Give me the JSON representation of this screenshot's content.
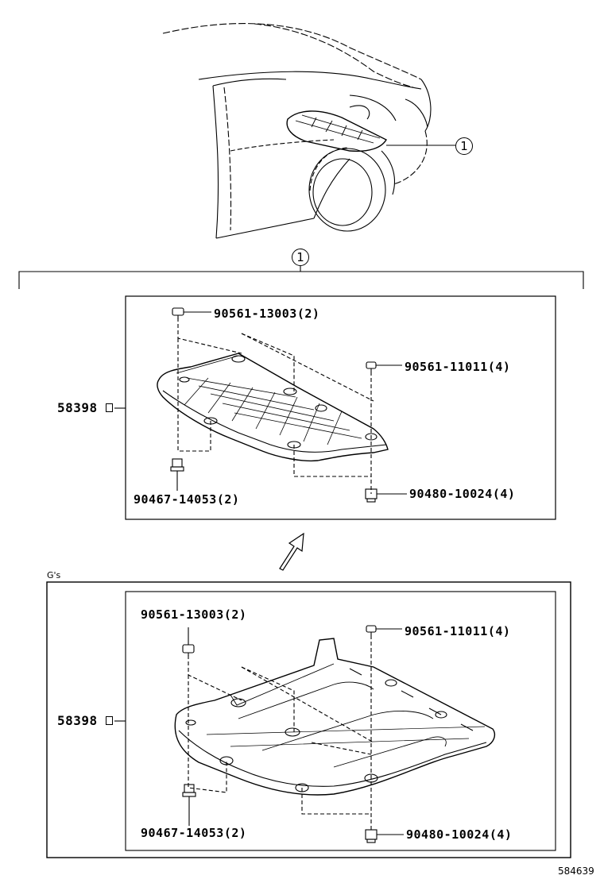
{
  "callout": "1",
  "upper_panel": {
    "main_part": "58398",
    "parts": {
      "clip_top": "90561-13003(2)",
      "clip_right": "90561-11011(4)",
      "screw_bottom_left": "90467-14053(2)",
      "nut_bottom_right": "90480-10024(4)"
    }
  },
  "lower_panel": {
    "variant_label": "G's",
    "main_part": "58398",
    "parts": {
      "clip_top": "90561-13003(2)",
      "clip_right": "90561-11011(4)",
      "screw_bottom_left": "90467-14053(2)",
      "nut_bottom_right": "90480-10024(4)"
    }
  },
  "figure_id": "584639"
}
